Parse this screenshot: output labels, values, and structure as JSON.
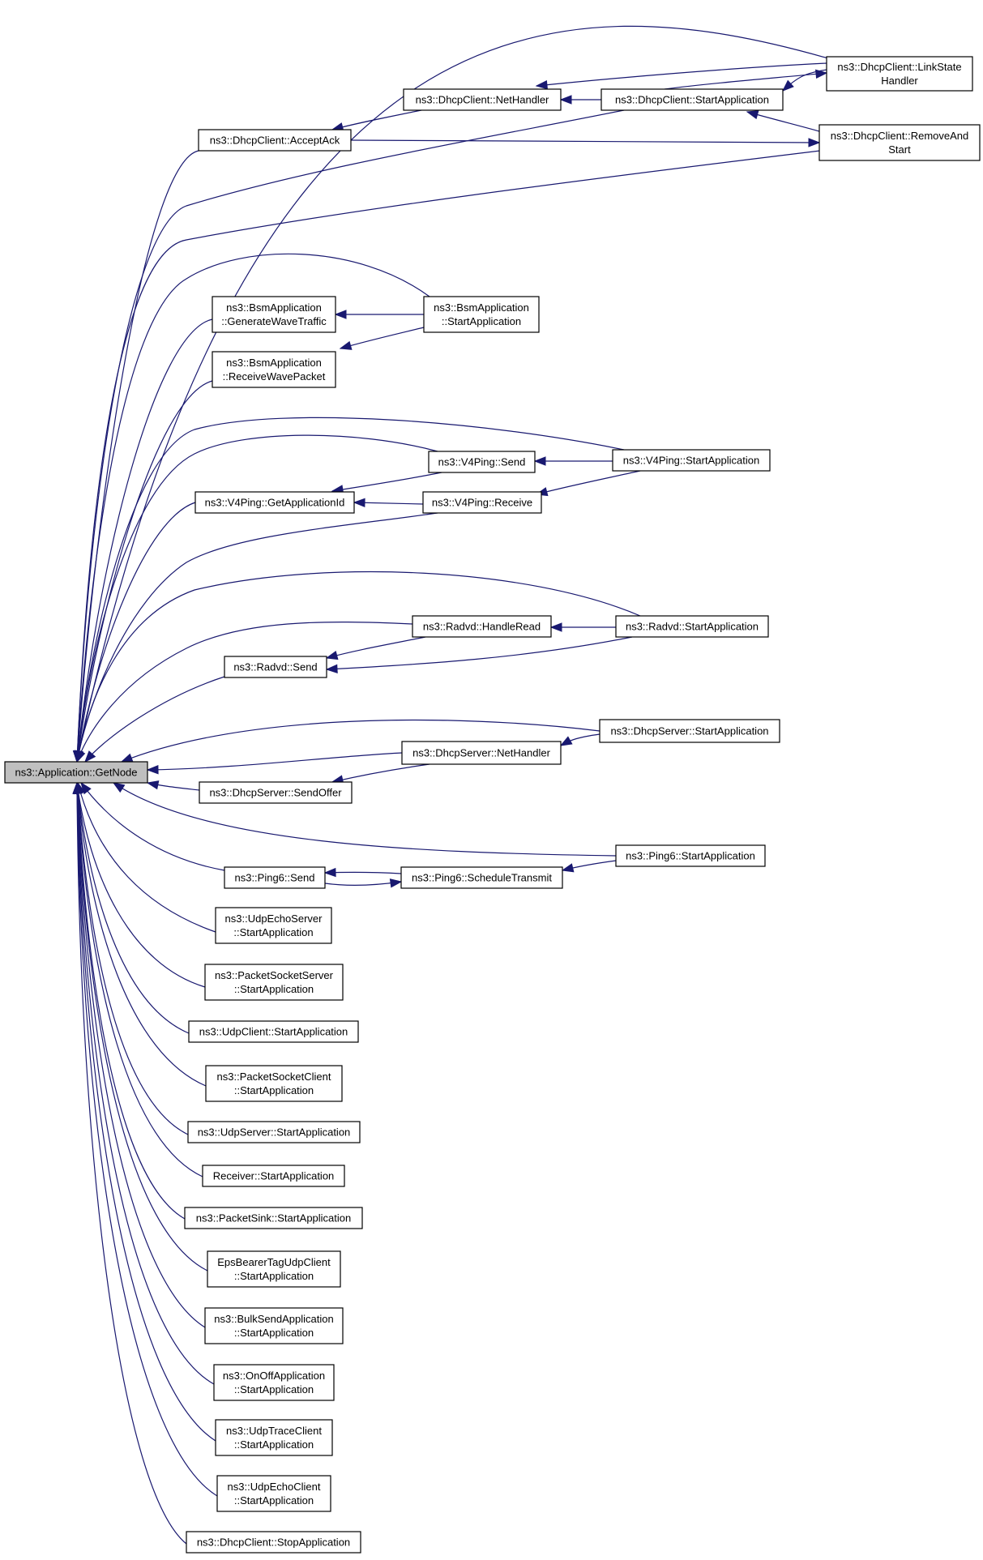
{
  "graph": {
    "nodes": [
      {
        "id": "getnode",
        "lines": [
          "ns3::Application::GetNode"
        ],
        "highlight": true
      },
      {
        "id": "dc_linkstate",
        "lines": [
          "ns3::DhcpClient::LinkState",
          "Handler"
        ]
      },
      {
        "id": "dc_nethandler",
        "lines": [
          "ns3::DhcpClient::NetHandler"
        ]
      },
      {
        "id": "dc_start",
        "lines": [
          "ns3::DhcpClient::StartApplication"
        ]
      },
      {
        "id": "dc_acceptack",
        "lines": [
          "ns3::DhcpClient::AcceptAck"
        ]
      },
      {
        "id": "dc_removeandstart",
        "lines": [
          "ns3::DhcpClient::RemoveAnd",
          "Start"
        ]
      },
      {
        "id": "bsm_genwave",
        "lines": [
          "ns3::BsmApplication",
          "::GenerateWaveTraffic"
        ]
      },
      {
        "id": "bsm_start",
        "lines": [
          "ns3::BsmApplication",
          "::StartApplication"
        ]
      },
      {
        "id": "bsm_recvwave",
        "lines": [
          "ns3::BsmApplication",
          "::ReceiveWavePacket"
        ]
      },
      {
        "id": "v4_send",
        "lines": [
          "ns3::V4Ping::Send"
        ]
      },
      {
        "id": "v4_start",
        "lines": [
          "ns3::V4Ping::StartApplication"
        ]
      },
      {
        "id": "v4_getappid",
        "lines": [
          "ns3::V4Ping::GetApplicationId"
        ]
      },
      {
        "id": "v4_receive",
        "lines": [
          "ns3::V4Ping::Receive"
        ]
      },
      {
        "id": "rad_handleread",
        "lines": [
          "ns3::Radvd::HandleRead"
        ]
      },
      {
        "id": "rad_start",
        "lines": [
          "ns3::Radvd::StartApplication"
        ]
      },
      {
        "id": "rad_send",
        "lines": [
          "ns3::Radvd::Send"
        ]
      },
      {
        "id": "ds_start",
        "lines": [
          "ns3::DhcpServer::StartApplication"
        ]
      },
      {
        "id": "ds_nethandler",
        "lines": [
          "ns3::DhcpServer::NetHandler"
        ]
      },
      {
        "id": "ds_sendoffer",
        "lines": [
          "ns3::DhcpServer::SendOffer"
        ]
      },
      {
        "id": "p6_start",
        "lines": [
          "ns3::Ping6::StartApplication"
        ]
      },
      {
        "id": "p6_send",
        "lines": [
          "ns3::Ping6::Send"
        ]
      },
      {
        "id": "p6_schedule",
        "lines": [
          "ns3::Ping6::ScheduleTransmit"
        ]
      },
      {
        "id": "ues_start",
        "lines": [
          "ns3::UdpEchoServer",
          "::StartApplication"
        ]
      },
      {
        "id": "pss_start",
        "lines": [
          "ns3::PacketSocketServer",
          "::StartApplication"
        ]
      },
      {
        "id": "uc_start",
        "lines": [
          "ns3::UdpClient::StartApplication"
        ]
      },
      {
        "id": "psc_start",
        "lines": [
          "ns3::PacketSocketClient",
          "::StartApplication"
        ]
      },
      {
        "id": "us_start",
        "lines": [
          "ns3::UdpServer::StartApplication"
        ]
      },
      {
        "id": "rcv_start",
        "lines": [
          "Receiver::StartApplication"
        ]
      },
      {
        "id": "ps_start",
        "lines": [
          "ns3::PacketSink::StartApplication"
        ]
      },
      {
        "id": "eps_start",
        "lines": [
          "EpsBearerTagUdpClient",
          "::StartApplication"
        ]
      },
      {
        "id": "bulk_start",
        "lines": [
          "ns3::BulkSendApplication",
          "::StartApplication"
        ]
      },
      {
        "id": "onoff_start",
        "lines": [
          "ns3::OnOffApplication",
          "::StartApplication"
        ]
      },
      {
        "id": "utc_start",
        "lines": [
          "ns3::UdpTraceClient",
          "::StartApplication"
        ]
      },
      {
        "id": "uec_start",
        "lines": [
          "ns3::UdpEchoClient",
          "::StartApplication"
        ]
      },
      {
        "id": "dc_stop",
        "lines": [
          "ns3::DhcpClient::StopApplication"
        ]
      }
    ]
  },
  "colors": {
    "edge": "#191970",
    "node_border": "#000000",
    "node_fill": "#ffffff",
    "root_fill": "#bfbfbf"
  }
}
